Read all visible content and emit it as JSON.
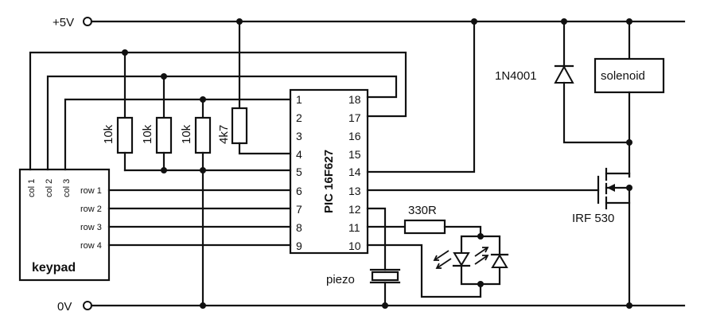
{
  "rails": {
    "vplus": "+5V",
    "vzero": "0V"
  },
  "pic": {
    "name": "PIC 16F627",
    "left_pins": [
      "1",
      "2",
      "3",
      "4",
      "5",
      "6",
      "7",
      "8",
      "9"
    ],
    "right_pins": [
      "18",
      "17",
      "16",
      "15",
      "14",
      "13",
      "12",
      "11",
      "10"
    ]
  },
  "resistors": {
    "r1": "10k",
    "r2": "10k",
    "r3": "10k",
    "r4": "4k7",
    "r5": "330R"
  },
  "keypad": {
    "title": "keypad",
    "cols": [
      "col 1",
      "col 2",
      "col 3"
    ],
    "rows": [
      "row 1",
      "row 2",
      "row 3",
      "row 4"
    ]
  },
  "diode": "1N4001",
  "solenoid": "solenoid",
  "mosfet": "IRF 530",
  "piezo": "piezo"
}
